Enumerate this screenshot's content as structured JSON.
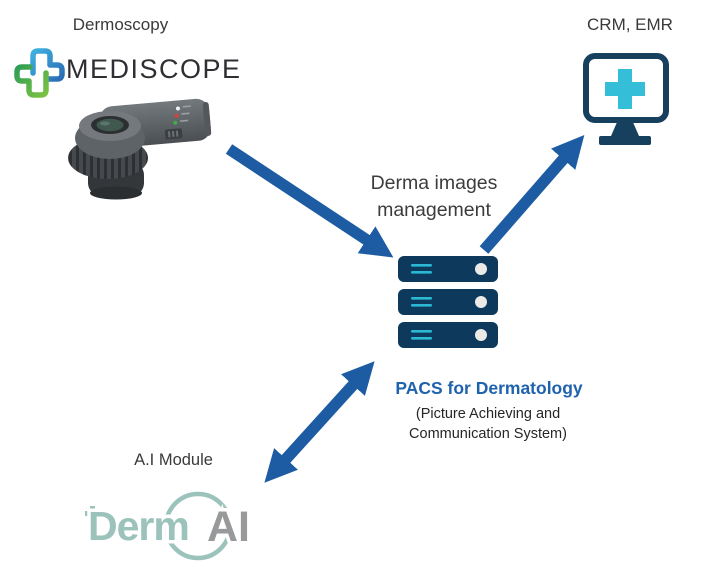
{
  "diagram": {
    "nodes": {
      "dermoscopy": {
        "label": "Dermoscopy",
        "brand": "MEDISCOPE"
      },
      "crm_emr": {
        "label": "CRM, EMR"
      },
      "pacs": {
        "caption": [
          "Derma images",
          "management"
        ],
        "title": "PACS for Dermatology",
        "subtitle": [
          "(Picture Achieving and",
          "Communication System)"
        ]
      },
      "ai_module": {
        "label": "A.I Module",
        "brand_word1": "Derm",
        "brand_word2": "AI"
      }
    },
    "flows": [
      {
        "from": "Dermoscopy (MEDISCOPE)",
        "to": "PACS for Dermatology",
        "direction": "one-way"
      },
      {
        "from": "PACS for Dermatology",
        "to": "CRM, EMR",
        "direction": "one-way"
      },
      {
        "from": "PACS for Dermatology",
        "to": "A.I Module (Derm AI)",
        "direction": "two-way"
      }
    ],
    "icons": {
      "mediscope_cross": "medical-cross-pinwheel",
      "dermoscope_device": "handheld-dermoscope",
      "crm_monitor": "monitor-with-medical-cross",
      "pacs_server": "server-stack-3u",
      "dermai_mark": "circle-with-pixel-cross"
    },
    "colors": {
      "arrow_blue": "#1d5ca3",
      "server_navy": "#0d3a5c",
      "monitor_navy": "#17405f",
      "accent_cyan": "#2bb8d4",
      "pacs_title_blue": "#1f62ae",
      "mediscope_blue": "#2f9ad6",
      "mediscope_green": "#46b04a",
      "dermai_teal": "#9cc2bc",
      "dermai_gray": "#97999b",
      "text_dark": "#3a3a3a"
    }
  }
}
